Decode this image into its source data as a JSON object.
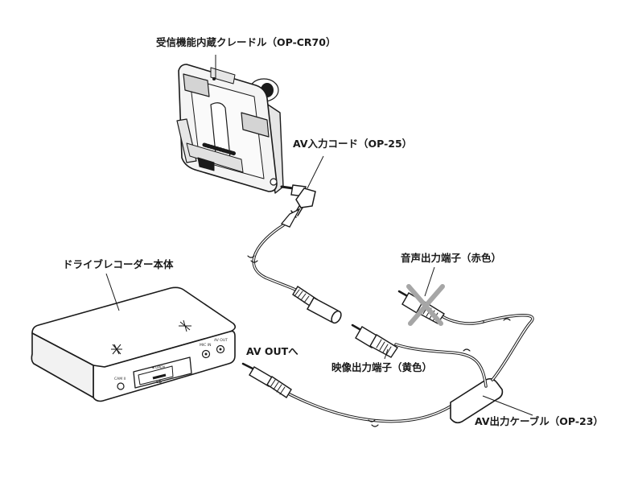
{
  "labels": {
    "cradle": "受信機能内蔵クレードル（OP-CR70）",
    "av_input_cord": "AV入力コード（OP-25）",
    "recorder_body": "ドライブレコーダー本体",
    "audio_out": "音声出力端子（赤色）",
    "av_out_to": "AV OUTへ",
    "video_out": "映像出力端子（黄色）",
    "av_out_cable": "AV出力ケーブル（OP-23）"
  },
  "panel_text": {
    "cam2": "CAM II",
    "open": "◄ OPEN",
    "sd": "SD",
    "mic_in": "MIC IN",
    "av_out": "AV OUT"
  },
  "colors": {
    "line": "#1a1a1a",
    "cross": "#a6a6a6",
    "cradle_face": "#f2f2f2",
    "cradle_pad": "#d9d9d9"
  }
}
